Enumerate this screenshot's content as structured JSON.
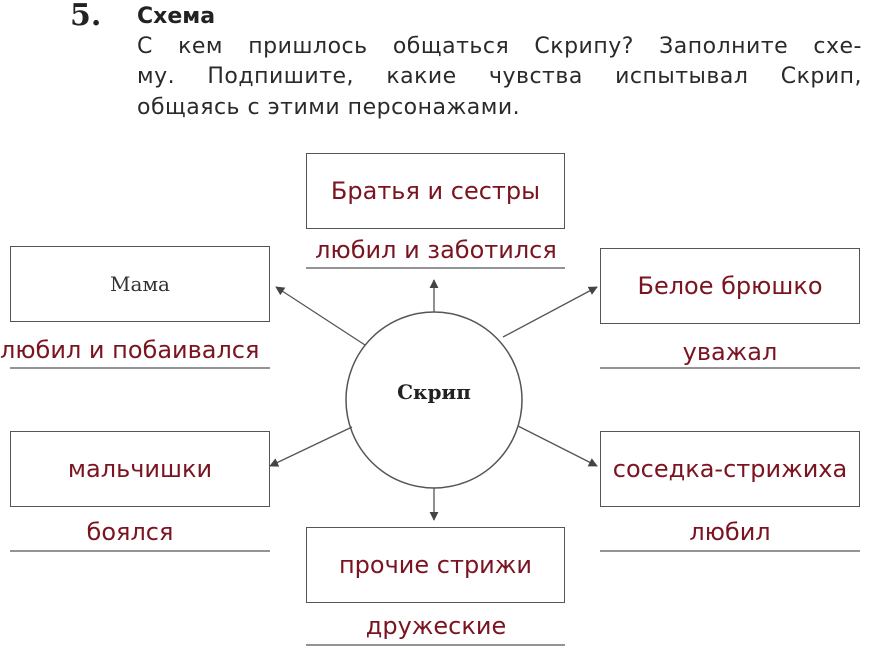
{
  "task": {
    "number": "5.",
    "title": "Схема",
    "lines": [
      "С кем пришлось общаться Скрипу? Заполните схе-",
      "му. Подпишите, какие чувства испытывал Скрип,",
      "общаясь с этими персонажами."
    ]
  },
  "scheme": {
    "center": "Скрип",
    "nodes": {
      "top": {
        "name": "Братья и сестры",
        "feeling": "любил и заботился"
      },
      "left_top": {
        "name": "Мама",
        "feeling": "любил и побаивался"
      },
      "right_top": {
        "name": "Белое брюшко",
        "feeling": "уважал"
      },
      "left_bottom": {
        "name": "мальчишки",
        "feeling": "боялся"
      },
      "right_bottom": {
        "name": "соседка-стрижиха",
        "feeling": "любил"
      },
      "bottom": {
        "name": "прочие стрижи",
        "feeling": "дружеские"
      }
    }
  },
  "colors": {
    "handwriting": "#7a1420",
    "print": "#222222",
    "lines": "#555555"
  }
}
